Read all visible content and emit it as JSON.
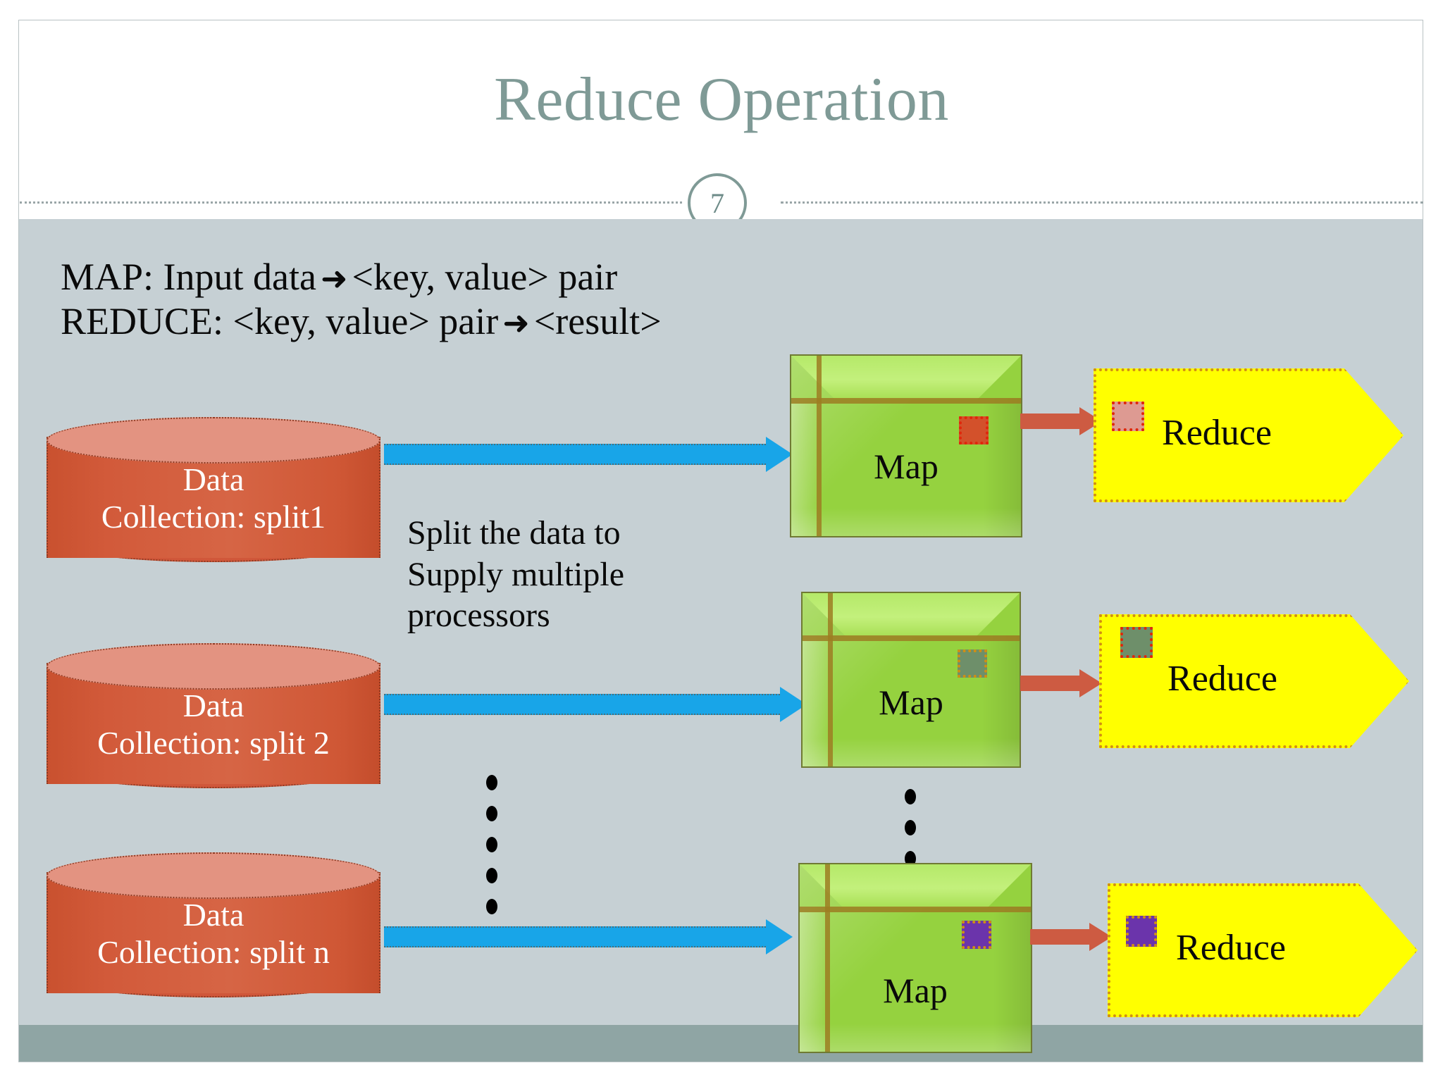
{
  "slide": {
    "title": "Reduce Operation",
    "page_number": "7",
    "background_color": "#c6d0d4",
    "title_color": "#7f9a96"
  },
  "intro": {
    "line1_before": "MAP: Input data",
    "line1_arrow": "➜",
    "line1_after": "<key, value> pair",
    "line2_before": "REDUCE: <key, value> pair",
    "line2_arrow": "➜",
    "line2_after": "<result>"
  },
  "note": {
    "line1": "Split the data to",
    "line2": "Supply multiple",
    "line3": "processors"
  },
  "sources": [
    {
      "line1": "Data",
      "line2": "Collection: split1",
      "color": "#d0573a"
    },
    {
      "line1": "Data",
      "line2": "Collection: split 2",
      "color": "#d0573a"
    },
    {
      "line1": "Data",
      "line2": "Collection: split n",
      "color": "#d0573a"
    }
  ],
  "mappers": [
    {
      "label": "Map",
      "chip_color": "#d3512b",
      "chip_border": "#e0270a"
    },
    {
      "label": "Map",
      "chip_color": "#6e8f6a",
      "chip_border": "#d18f13"
    },
    {
      "label": "Map",
      "chip_color": "#6b34ab",
      "chip_border": "#d18f13"
    }
  ],
  "reducers": [
    {
      "label": "Reduce",
      "fill": "#ffff00",
      "chip_color": "#dd9a92",
      "chip_border": "#e0270a"
    },
    {
      "label": "Reduce",
      "fill": "#ffff00",
      "chip_color": "#6e8f6a",
      "chip_border": "#e0270a"
    },
    {
      "label": "Reduce",
      "fill": "#ffff00",
      "chip_color": "#6b34ab",
      "chip_border": "#d18f13"
    }
  ],
  "arrows": {
    "flow_color": "#18a5e8",
    "map_to_reduce_color": "#cd5b42"
  },
  "ellipsis": {
    "left_dots": 6,
    "right_dots": 3,
    "glyph": "•"
  }
}
